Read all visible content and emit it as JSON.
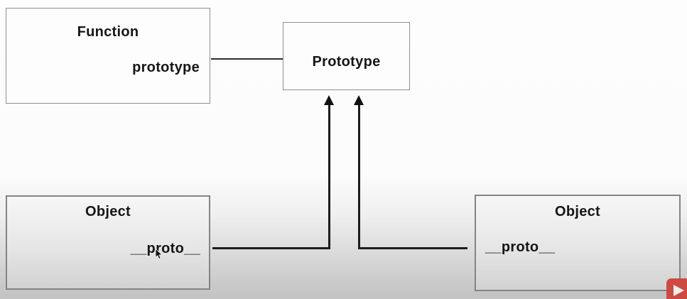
{
  "diagram": {
    "function_box": {
      "title": "Function",
      "property": "prototype"
    },
    "prototype_box": {
      "title": "Prototype"
    },
    "object_left": {
      "title": "Object",
      "property": "__proto__"
    },
    "object_right": {
      "title": "Object",
      "property": "__proto__"
    },
    "edges": [
      {
        "from": "Function.prototype",
        "to": "Prototype",
        "style": "plain-line"
      },
      {
        "from": "Object(left).__proto__",
        "to": "Prototype",
        "style": "arrow-up"
      },
      {
        "from": "Object(right).__proto__",
        "to": "Prototype",
        "style": "arrow-up"
      }
    ]
  },
  "colors": {
    "edge_line": "#1c1c1c",
    "box_border": "#8f8f8f",
    "text": "#161616",
    "background_top": "#fdfdfd",
    "background_bottom": "#c2c2c2",
    "play_button_red": "#cc4a42",
    "play_triangle": "#efeceb"
  }
}
